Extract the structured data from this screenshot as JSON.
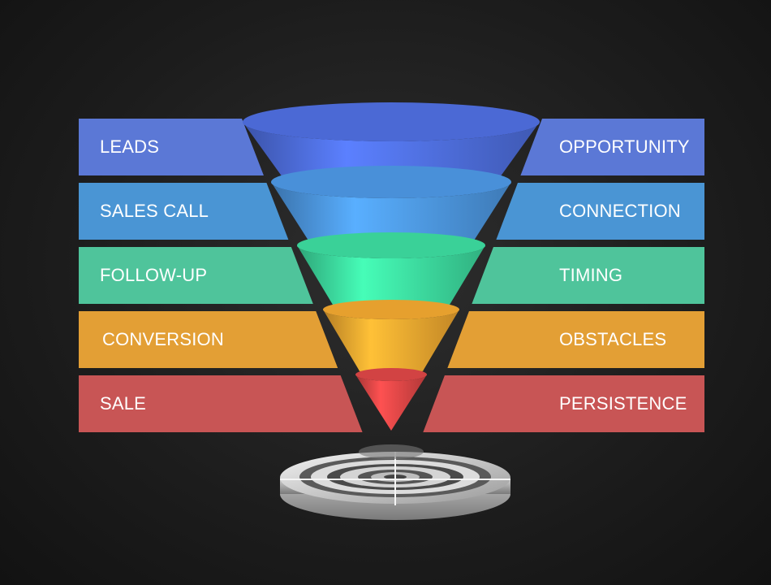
{
  "diagram": {
    "stages": [
      {
        "left_label": "LEADS",
        "right_label": "OPPORTUNITY",
        "color": "#5b78d6",
        "funnel_color": "#4f6fe0"
      },
      {
        "left_label": "SALES CALL",
        "right_label": "CONNECTION",
        "color": "#4a95d4",
        "funnel_color": "#4d98e4"
      },
      {
        "left_label": "FOLLOW-UP",
        "right_label": "TIMING",
        "color": "#4fc49b",
        "funnel_color": "#3ddca0"
      },
      {
        "left_label": "CONVERSION",
        "right_label": "OBSTACLES",
        "color": "#e39f35",
        "funnel_color": "#f2a830"
      },
      {
        "left_label": "SALE",
        "right_label": "PERSISTENCE",
        "color": "#c85555",
        "funnel_color": "#dd4646"
      }
    ],
    "colors": {
      "background": "#1c1c1c",
      "target_light": "#e8e8e8",
      "target_dark": "#4a4a4a"
    },
    "icons": {
      "target": "target-icon"
    }
  }
}
